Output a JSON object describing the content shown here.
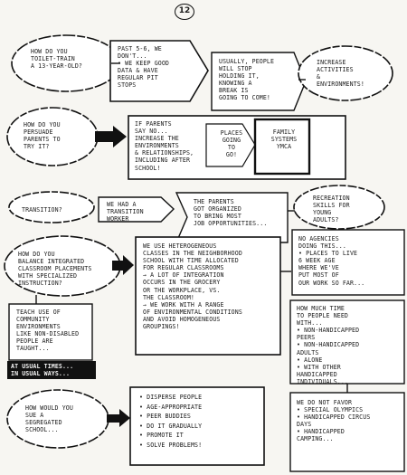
{
  "page_number": "12",
  "q_toilet": "How do you\ntoilet-train\na 13-year-old?",
  "a_past": "Past 5-6, we\ndon't...\n• We keep good\ndata & have\nregular pit\nstops",
  "a_holding": "Usually, people\nwill stop\nholding it,\nknowing a\nbreak is\ngoing to come!",
  "a_increase": "Increase\nactivities\n&\nenvironments!",
  "q_persuade": "How do you\npersuade\nparents to\ntry it?",
  "a_parents": "If parents\nsay no...\nincrease the\nenvironments\n& relationships,\nincluding after\nschool!",
  "a_places": "Places\ngoing\nto\ngo!",
  "a_family": "Family\nsystems\nYMCA",
  "q_transition": "Transition?",
  "a_worker": "We had a\ntransition\nworker",
  "a_organized": "The parents\ngot organized\nto bring most\njob opportunities...",
  "q_recreation": "Recreation\nskills for\nyoung\nadults?",
  "a_agencies": "No agencies\ndoing this...\n• Places to live\n6 week age\nwhere we've\nput most of\nour work so far...",
  "q_balance": "How do you\nbalance integrated\nclassroom placements\nwith specialized\ninstruction?",
  "a_hetero": "We use heterogeneous\nclasses in the neighborhood\nschool with time allocated\nfor regular classrooms\n→ A lot of integration\noccurs in the grocery\nor the workplace, vs.\nthe classroom!\n→ We work with a range\nof environmental conditions\nand avoid homogeneous\ngroupings!",
  "a_teach": "Teach use of\ncommunity\nenvironments\nlike non-disabled\npeople are taught...",
  "a_usual": "At usual times...\nin usual ways...",
  "a_howmuch": "How much time\nto people need\nwith...\n• Non-handicapped\npeers\n• Non-handicapped\nadults\n• Alone\n• With other\nhandicapped\nindividuals...",
  "a_notfavor": "We do not favor\n• Special Olympics\n• Handicapped circus\ndays\n• Handicapped\ncamping...",
  "q_segregated": "How would you\nsue a\nsegregated\nschool...",
  "a_disperse": "• Disperse people\n• Age-appropriate\n• Peer buddies\n• Do it gradually\n• Promote it\n• Solve problems!"
}
